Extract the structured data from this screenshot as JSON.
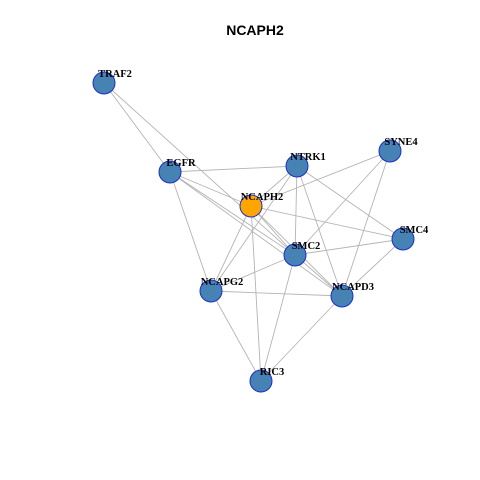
{
  "title": "NCAPH2",
  "colors": {
    "node_fill": "#4682b4",
    "center_fill": "#ffa500",
    "node_border": "#1a2fc9",
    "edge": "#b4b4b4"
  },
  "nodes": [
    {
      "id": "TRAF2",
      "label": "TRAF2"
    },
    {
      "id": "EGFR",
      "label": "EGFR"
    },
    {
      "id": "NTRK1",
      "label": "NTRK1"
    },
    {
      "id": "SYNE4",
      "label": "SYNE4"
    },
    {
      "id": "NCAPH2",
      "label": "NCAPH2",
      "center": true
    },
    {
      "id": "SMC4",
      "label": "SMC4"
    },
    {
      "id": "SMC2",
      "label": "SMC2"
    },
    {
      "id": "NCAPG2",
      "label": "NCAPG2"
    },
    {
      "id": "NCAPD3",
      "label": "NCAPD3"
    },
    {
      "id": "RIC3",
      "label": "RIC3"
    }
  ],
  "edges": [
    [
      "TRAF2",
      "EGFR"
    ],
    [
      "TRAF2",
      "SMC2"
    ],
    [
      "EGFR",
      "NTRK1"
    ],
    [
      "EGFR",
      "NCAPH2"
    ],
    [
      "EGFR",
      "SMC2"
    ],
    [
      "EGFR",
      "NCAPG2"
    ],
    [
      "EGFR",
      "NCAPD3"
    ],
    [
      "NTRK1",
      "NCAPH2"
    ],
    [
      "NTRK1",
      "SMC2"
    ],
    [
      "NTRK1",
      "NCAPD3"
    ],
    [
      "NTRK1",
      "SMC4"
    ],
    [
      "NTRK1",
      "NCAPG2"
    ],
    [
      "SYNE4",
      "NCAPH2"
    ],
    [
      "SYNE4",
      "SMC2"
    ],
    [
      "SYNE4",
      "NCAPD3"
    ],
    [
      "NCAPH2",
      "SMC4"
    ],
    [
      "NCAPH2",
      "SMC2"
    ],
    [
      "NCAPH2",
      "NCAPG2"
    ],
    [
      "NCAPH2",
      "NCAPD3"
    ],
    [
      "NCAPH2",
      "RIC3"
    ],
    [
      "SMC4",
      "SMC2"
    ],
    [
      "SMC4",
      "NCAPD3"
    ],
    [
      "SMC2",
      "NCAPG2"
    ],
    [
      "SMC2",
      "NCAPD3"
    ],
    [
      "SMC2",
      "RIC3"
    ],
    [
      "NCAPG2",
      "NCAPD3"
    ],
    [
      "NCAPG2",
      "RIC3"
    ],
    [
      "NCAPD3",
      "RIC3"
    ]
  ]
}
